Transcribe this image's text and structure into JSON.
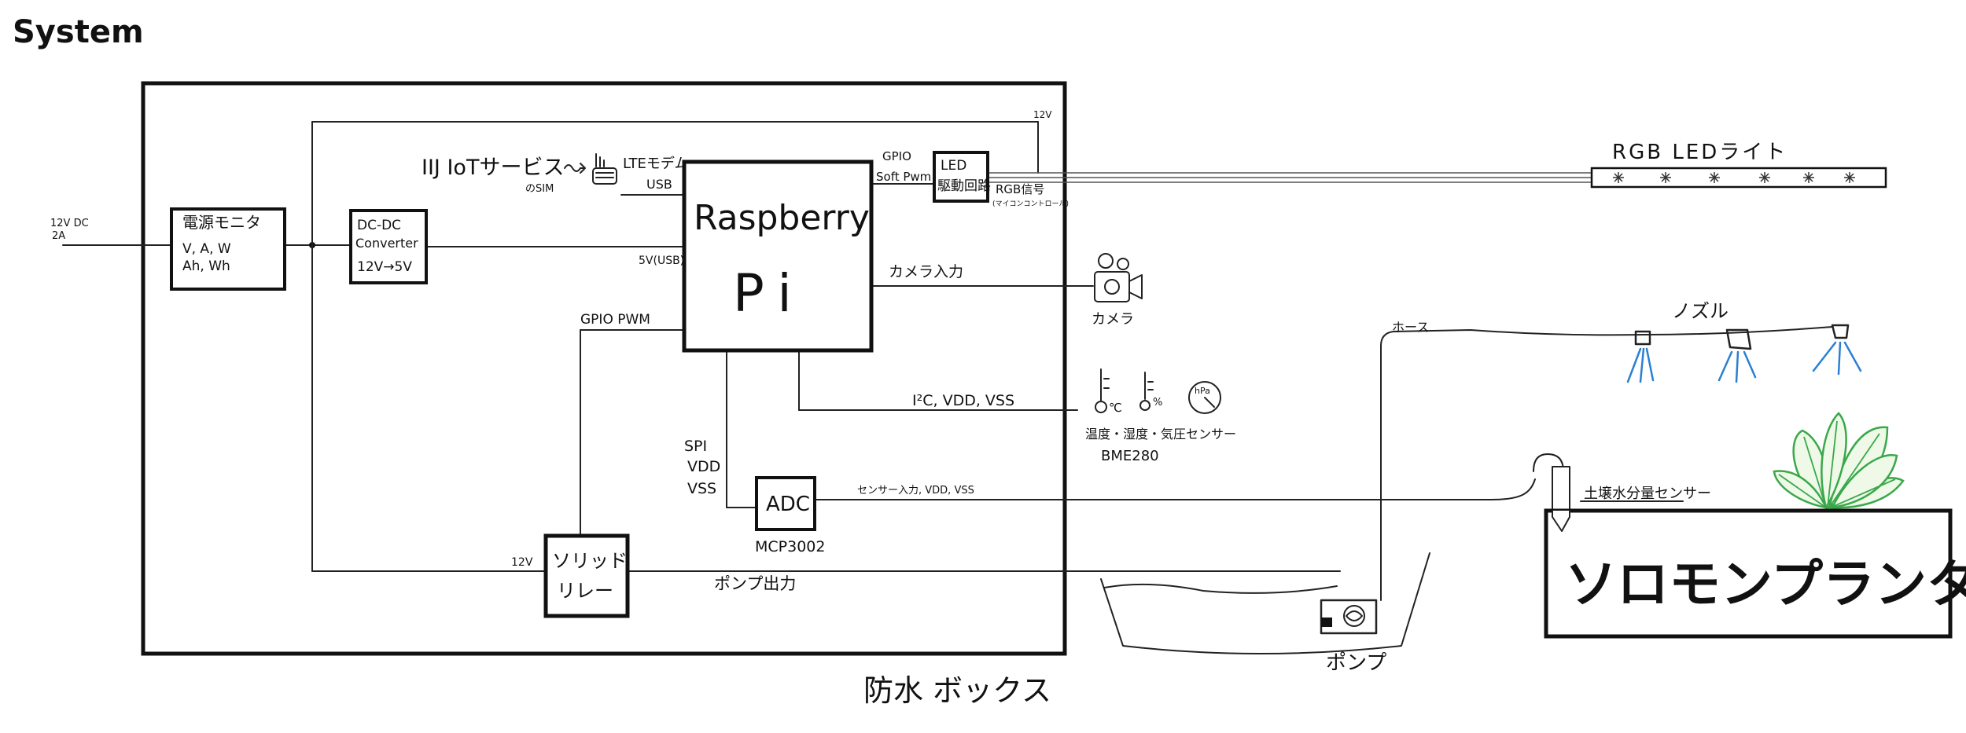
{
  "title": "System",
  "power_input": {
    "line1": "12V DC",
    "line2": "2A"
  },
  "power_monitor": {
    "title": "電源モニタ",
    "line1": "V, A, W",
    "line2": "Ah, Wh"
  },
  "dcdc": {
    "line1": "DC-DC",
    "line2": "Converter",
    "line3": "12V→5V"
  },
  "iij": {
    "title": "IIJ IoTサービス",
    "sim": "のSIM"
  },
  "lte": {
    "title": "LTEモデム",
    "usb": "USB"
  },
  "raspberry": {
    "line1": "Raspberry",
    "line2": "Pi"
  },
  "usb5v": "5V(USB)",
  "gpio_softpwm": {
    "line1": "GPIO",
    "line2": "Soft Pwm"
  },
  "led_driver": {
    "line1": "LED",
    "line2": "駆動回路"
  },
  "rgb_signal": {
    "line1": "RGB信号",
    "line2": "(マイコンコントロール)"
  },
  "v12_top": "12V",
  "rgb_led_light": "RGB  LEDライト",
  "camera_input": "カメラ入力",
  "camera": "カメラ",
  "gpio_pwm": "GPIO PWM",
  "i2c": "I²C, VDD, VSS",
  "sensor": {
    "pct": "%",
    "hpa": "hPa",
    "line1": "温度・湿度・気圧センサー",
    "line2": "BME280",
    "celsius": "℃"
  },
  "spi": {
    "line1": "SPI",
    "line2": "VDD",
    "line3": "VSS"
  },
  "adc": {
    "label": "ADC",
    "chip": "MCP3002"
  },
  "sensor_input": "センサー入力, VDD, VSS",
  "v12_relay": "12V",
  "relay": {
    "line1": "ソリッド",
    "line2": "リレー"
  },
  "pump_output": "ポンプ出力",
  "waterproof_box": "防水 ボックス",
  "hose": "ホース",
  "nozzle": "ノズル",
  "pump": "ポンプ",
  "soil_sensor": "土壌水分量センサー",
  "planter": "ソロモンプランター",
  "colors": {
    "water": "#2b7fd3",
    "plant": "#3aa84a",
    "ink": "#111111"
  }
}
